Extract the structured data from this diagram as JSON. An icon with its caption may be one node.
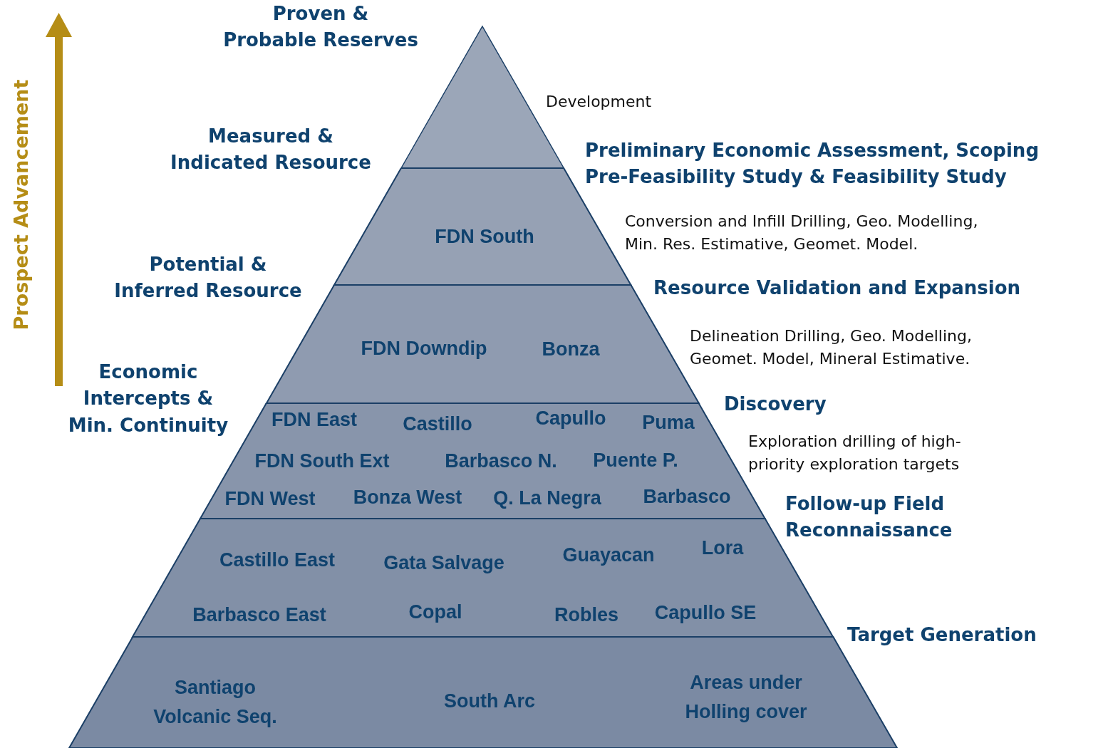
{
  "diagram": {
    "nodes": [
      {
        "text": [],
        "shape": "triangle"
      },
      {
        "text": [
          "FDN South"
        ]
      },
      {
        "text": [
          "FDN Downdip",
          "Bonza"
        ]
      },
      {
        "text": [
          "FDN East",
          "Castillo",
          "Capullo",
          "Puma",
          "FDN South Ext",
          "Barbasco N.",
          "Puente P.",
          "FDN West",
          "Bonza West",
          "Q. La Negra",
          "Barbasco"
        ]
      },
      {
        "text": [
          "Castillo East",
          "Gata Salvage",
          "Guayacan",
          "Lora",
          "Barbasco East",
          "Copal",
          "Robles",
          "Capullo SE"
        ]
      },
      {
        "text": [
          "Santiago Volcanic Seq.",
          "South Arc",
          "Areas under Holling cover"
        ]
      }
    ],
    "labels": [
      "Prospect Advancement",
      "Proven & Probable Reserves",
      "Development",
      "Measured & Indicated Resource",
      "Preliminary Economic Assessment, Scoping Pre-Feasibility Study & Feasibility Study",
      "Conversion and Infill Drilling, Geo. Modelling, Min. Res. Estimative, Geomet. Model.",
      "Potential & Inferred Resource",
      "Resource Validation and Expansion",
      "Delineation Drilling, Geo. Modelling, Geomet. Model, Mineral Estimative.",
      "Economic Intercepts & Min. Continuity",
      "Discovery",
      "Exploration drilling of high-priority exploration targets",
      "Follow-up Field Reconnaissance",
      "Target Generation"
    ]
  }
}
